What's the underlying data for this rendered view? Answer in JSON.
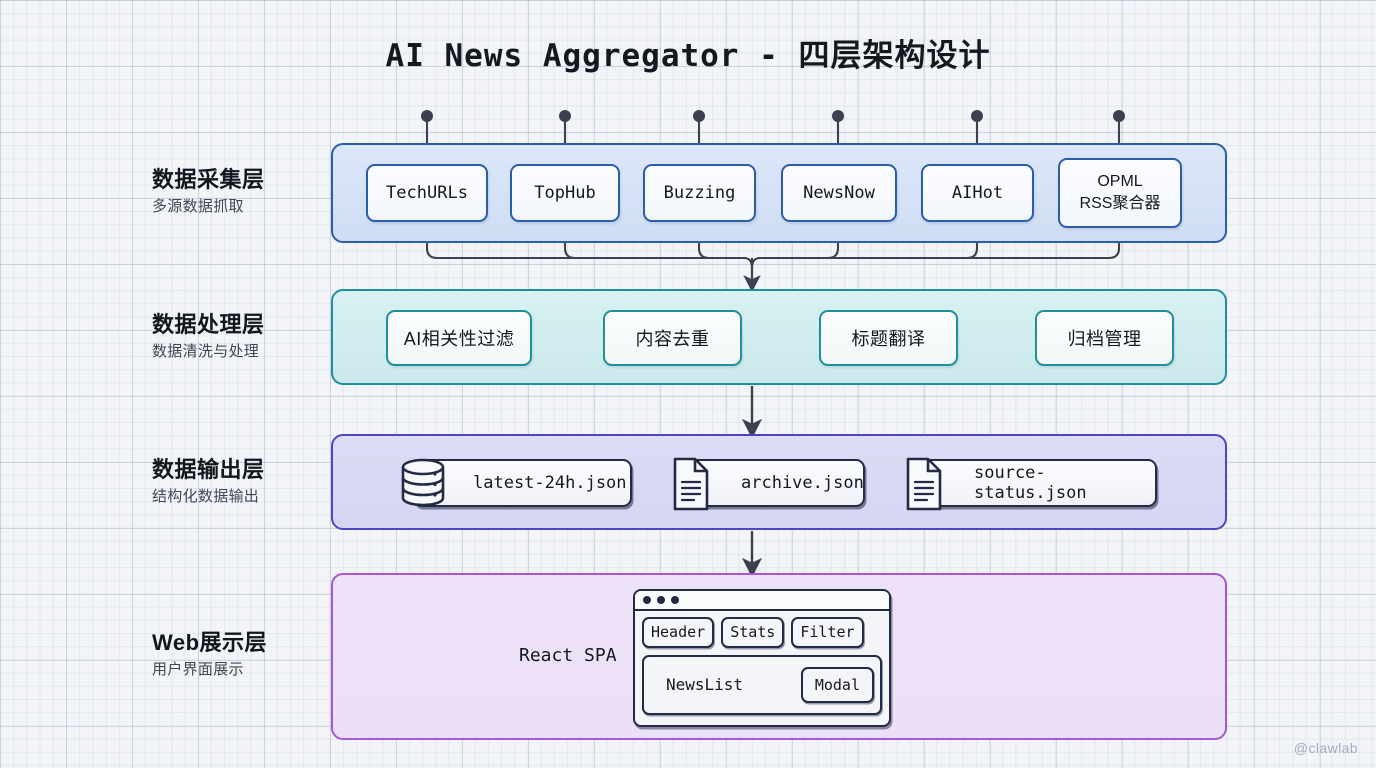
{
  "title": "AI News Aggregator - 四层架构设计",
  "watermark": "@clawlab",
  "colors": {
    "collect": "#2b5ea8",
    "process": "#1f8f9b",
    "output": "#4f46c4",
    "web": "#a855d6",
    "ink": "#232a43"
  },
  "layers": {
    "collect": {
      "title": "数据采集层",
      "subtitle": "多源数据抓取"
    },
    "process": {
      "title": "数据处理层",
      "subtitle": "数据清洗与处理"
    },
    "output": {
      "title": "数据输出层",
      "subtitle": "结构化数据输出"
    },
    "web": {
      "title": "Web展示层",
      "subtitle": "用户界面展示"
    }
  },
  "sources": [
    {
      "label": "TechURLs"
    },
    {
      "label": "TopHub"
    },
    {
      "label": "Buzzing"
    },
    {
      "label": "NewsNow"
    },
    {
      "label": "AIHot"
    },
    {
      "line1": "OPML",
      "line2": "RSS聚合器"
    }
  ],
  "process_steps": [
    {
      "label": "AI相关性过滤"
    },
    {
      "label": "内容去重"
    },
    {
      "label": "标题翻译"
    },
    {
      "label": "归档管理"
    }
  ],
  "outputs": [
    {
      "label": "latest-24h.json",
      "icon": "database-icon"
    },
    {
      "label": "archive.json",
      "icon": "document-icon"
    },
    {
      "label": "source-status.json",
      "icon": "document-icon"
    }
  ],
  "web": {
    "framework_label": "React SPA",
    "components_top": [
      "Header",
      "Stats",
      "Filter"
    ],
    "components_main": {
      "list": "NewsList",
      "modal": "Modal"
    }
  }
}
